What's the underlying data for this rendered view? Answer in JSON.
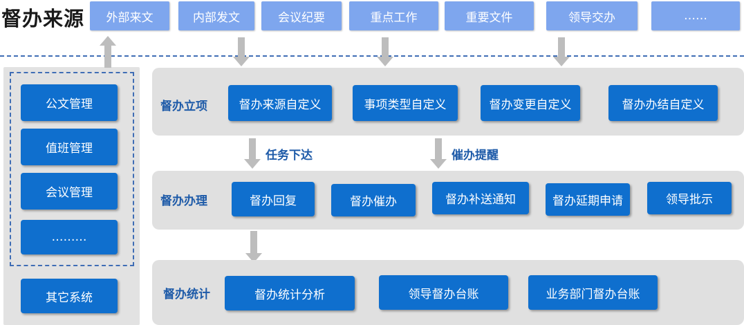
{
  "title": "督办来源",
  "sources": [
    "外部来文",
    "内部发文",
    "会议纪要",
    "重点工作",
    "重要文件",
    "领导交办",
    "……"
  ],
  "left_items": [
    "公文管理",
    "值班管理",
    "会议管理",
    "………"
  ],
  "other_system": "其它系统",
  "sections": [
    {
      "label": "督办立项",
      "items": [
        "督办来源自定义",
        "事项类型自定义",
        "督办变更自定义",
        "督办办结自定义"
      ]
    },
    {
      "label": "督办办理",
      "items": [
        "督办回复",
        "督办催办",
        "督办补送通知",
        "督办延期申请",
        "领导批示"
      ]
    },
    {
      "label": "督办统计",
      "items": [
        "督办统计分析",
        "领导督办台账",
        "业务部门督办台账"
      ]
    }
  ],
  "flow_labels": [
    "任务下达",
    "催办提醒"
  ],
  "colors": {
    "source": "#7ea6ee",
    "button": "#0f6fce",
    "panel": "#e0e0e0",
    "arrow": "#bdbdbd",
    "label": "#1d5aa8"
  }
}
